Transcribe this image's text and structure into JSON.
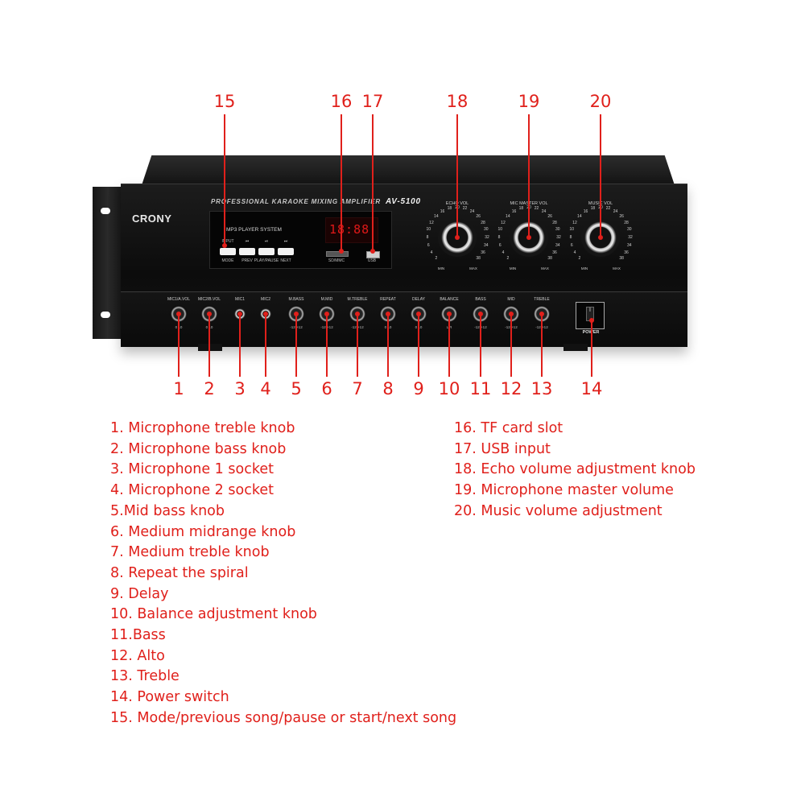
{
  "device": {
    "brand": "CRONY",
    "series_title": "PROFESSIONAL KARAOKE MIXING AMPLIFIER",
    "model": "AV-5100",
    "mp3_title": "MP3 PLAYER SYSTEM",
    "input_label": "INPUT",
    "display_text": "18:88",
    "sd_label": "SD/MMC",
    "usb_label": "USB",
    "mp3_buttons": [
      "MODE",
      "PREV",
      "PLAY/PAUSE",
      "NEXT"
    ],
    "mp3_button_icons": [
      "skip-back-icon",
      "play-pause-icon",
      "skip-forward-icon"
    ],
    "big_knobs": [
      {
        "label": "ECHO VOL",
        "min": "MIN",
        "max": "MAX"
      },
      {
        "label": "MIC MASTER VOL",
        "min": "MIN",
        "max": "MAX"
      },
      {
        "label": "MUSIC VOL",
        "min": "MIN",
        "max": "MAX"
      }
    ],
    "big_knob_scale": [
      "2",
      "4",
      "6",
      "8",
      "10",
      "12",
      "14",
      "16",
      "18",
      "20",
      "22",
      "24",
      "26",
      "28",
      "30",
      "32",
      "34",
      "36",
      "38"
    ],
    "small_controls": [
      {
        "label": "MIC1/A.VOL",
        "range": "0 10",
        "kind": "knob"
      },
      {
        "label": "MIC2/B.VOL",
        "range": "0 10",
        "kind": "knob"
      },
      {
        "label": "MIC1",
        "range": "",
        "kind": "jack"
      },
      {
        "label": "MIC2",
        "range": "",
        "kind": "jack"
      },
      {
        "label": "M.BASS",
        "range": "-12 +12",
        "kind": "knob"
      },
      {
        "label": "M.MID",
        "range": "-12 +12",
        "kind": "knob"
      },
      {
        "label": "M.TREBLE",
        "range": "-12 +12",
        "kind": "knob"
      },
      {
        "label": "REPEAT",
        "range": "0 10",
        "kind": "knob"
      },
      {
        "label": "DELAY",
        "range": "0 10",
        "kind": "knob"
      },
      {
        "label": "BALANCE",
        "range": "L R",
        "kind": "knob"
      },
      {
        "label": "BASS",
        "range": "-12 +12",
        "kind": "knob"
      },
      {
        "label": "MID",
        "range": "-12 +12",
        "kind": "knob"
      },
      {
        "label": "TREBLE",
        "range": "-12 +12",
        "kind": "knob"
      }
    ],
    "power_label": "POWER",
    "power_rocker_mark": "I"
  },
  "callouts_top": [
    "15",
    "16",
    "17",
    "18",
    "19",
    "20"
  ],
  "callouts_bottom": [
    "1",
    "2",
    "3",
    "4",
    "5",
    "6",
    "7",
    "8",
    "9",
    "10",
    "11",
    "12",
    "13",
    "14"
  ],
  "legend_left": [
    "1. Microphone treble knob",
    "2. Microphone bass knob",
    "3. Microphone 1 socket",
    "4. Microphone 2 socket",
    "5.Mid bass knob",
    "6. Medium midrange knob",
    "7. Medium treble knob",
    "8. Repeat the spiral",
    "9. Delay",
    "10. Balance adjustment knob",
    "11.Bass",
    "12. Alto",
    "13. Treble",
    "14. Power switch",
    "15. Mode/previous song/pause or start/next song"
  ],
  "legend_right": [
    "16. TF card slot",
    "17. USB input",
    "18. Echo volume adjustment knob",
    "19. Microphone master volume",
    "20. Music volume adjustment"
  ],
  "colors": {
    "callout": "#e0201b",
    "chassis": "#111111",
    "display": "#e01818"
  }
}
